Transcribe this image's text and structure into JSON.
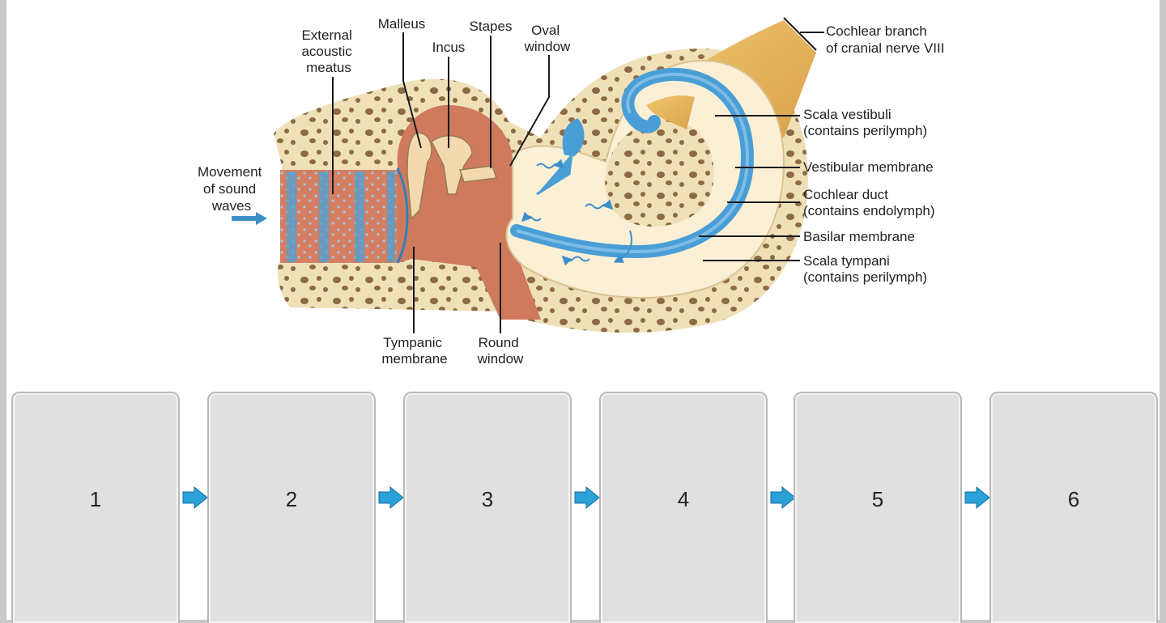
{
  "diagram": {
    "labels": {
      "external": [
        "External",
        "acoustic",
        "meatus"
      ],
      "malleus": "Malleus",
      "incus": "Incus",
      "stapes": "Stapes",
      "oval": [
        "Oval",
        "window"
      ],
      "cochlear_branch": [
        "Cochlear branch",
        "of cranial nerve VIII"
      ],
      "scala_vestibuli": [
        "Scala vestibuli",
        "(contains perilymph)"
      ],
      "vestibular_membrane": "Vestibular membrane",
      "cochlear_duct": [
        "Cochlear duct",
        "(contains endolymph)"
      ],
      "basilar_membrane": "Basilar membrane",
      "scala_tympani": [
        "Scala tympani",
        "(contains perilymph)"
      ],
      "movement": [
        "Movement",
        "of sound",
        "waves"
      ],
      "tympanic": [
        "Tympanic",
        "membrane"
      ],
      "round": [
        "Round",
        "window"
      ]
    }
  },
  "sequence": {
    "slots": [
      "1",
      "2",
      "3",
      "4",
      "5",
      "6"
    ]
  },
  "colors": {
    "bone": "#efe0b8",
    "tissue": "#d07a5c",
    "fluid_blue": "#4a9ed6",
    "cochlea_cream": "#fbf0d6",
    "nerve": "#e6b35c",
    "arrow_blue": "#2aa1d8",
    "slot_bg": "#e0e0e0"
  }
}
